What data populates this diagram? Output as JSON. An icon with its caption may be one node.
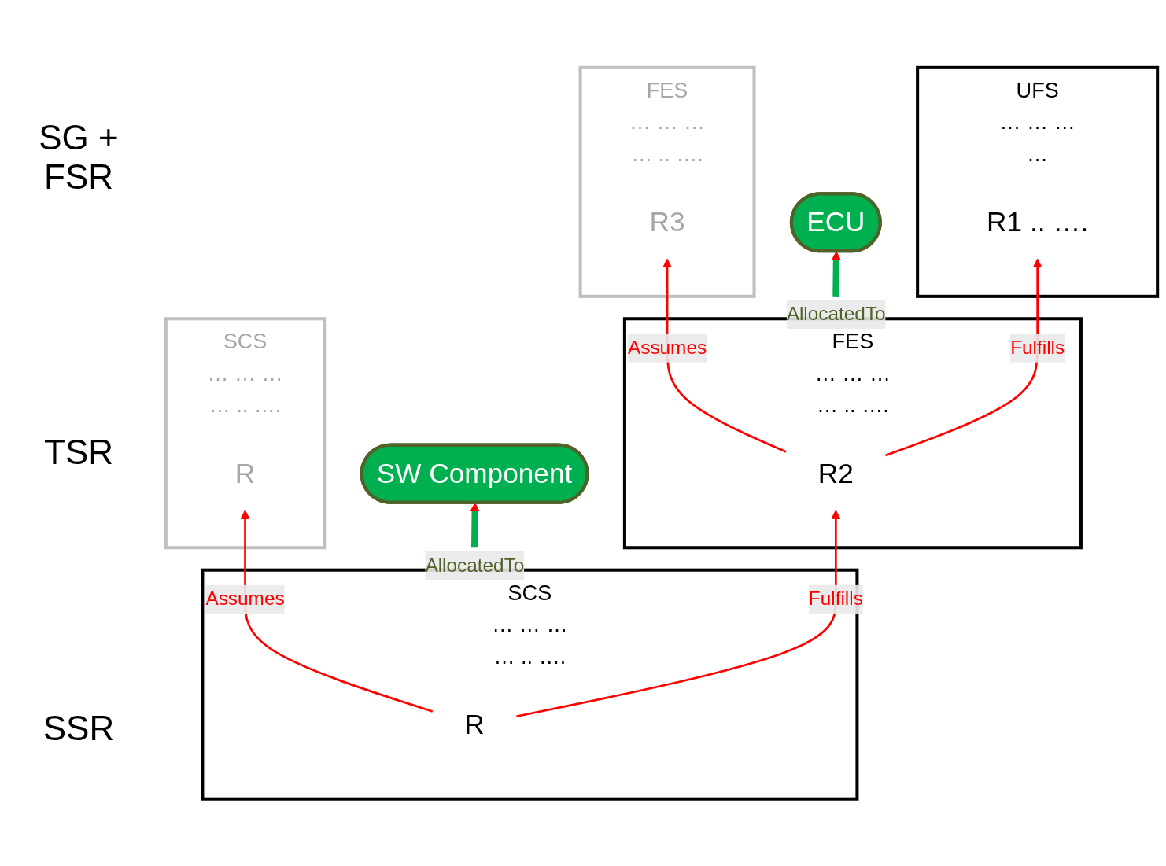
{
  "diagram": {
    "nodes": [
      {
        "text": [
          "UFS",
          "… … …",
          "…"
        ]
      },
      {
        "text": [
          "R1 .. …."
        ],
        "in": 0
      },
      {
        "text": [
          "FES",
          "… … …",
          "… .. …."
        ]
      },
      {
        "text": [
          "R3"
        ],
        "in": 2
      },
      {
        "text": [
          "FES",
          "… … …",
          "… .. …."
        ]
      },
      {
        "text": [
          "R2"
        ],
        "in": 4
      },
      {
        "text": [
          "ECU"
        ]
      },
      {
        "text": [
          "SCS",
          "… … …",
          "… .. …."
        ]
      },
      {
        "text": [
          "R"
        ],
        "in": 7
      },
      {
        "text": [
          "SCS",
          "… … …",
          "… .. …."
        ]
      },
      {
        "text": [
          "R"
        ],
        "in": 9
      },
      {
        "text": [
          "SW Component"
        ]
      }
    ],
    "edges": [
      {
        "from": 5,
        "to": 1,
        "arrow": "to",
        "label": "Fulfills"
      },
      {
        "from": 5,
        "to": 3,
        "arrow": "to",
        "label": "Assumes"
      },
      {
        "from": 4,
        "to": 6,
        "arrow": "to",
        "label": "AllocatedTo",
        "style": "thick",
        "color": "#00b050"
      },
      {
        "from": 10,
        "to": 5,
        "arrow": "to",
        "label": "Fulfills"
      },
      {
        "from": 10,
        "to": 8,
        "arrow": "to",
        "label": "Assumes"
      },
      {
        "from": 9,
        "to": 11,
        "arrow": "to",
        "label": "AllocatedTo",
        "style": "thick",
        "color": "#00b050"
      }
    ],
    "labels": [
      "SG + FSR",
      "TSR",
      "SSR"
    ]
  }
}
